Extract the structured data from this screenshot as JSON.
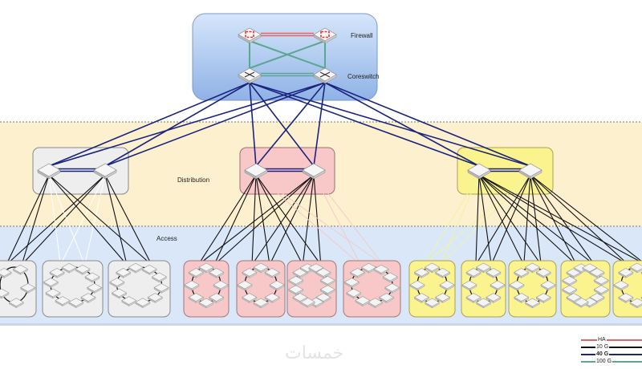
{
  "diagram": {
    "title": "Network topology",
    "layers": [
      {
        "id": "core",
        "labels": [
          "Firewall",
          "Coreswitch"
        ]
      },
      {
        "id": "distribution",
        "label": "Distribution"
      },
      {
        "id": "access",
        "label": "Access"
      }
    ],
    "core": {
      "firewalls": [
        "firewall-1",
        "firewall-2"
      ],
      "core_switches": [
        "coreswitch-1",
        "coreswitch-2"
      ],
      "links": {
        "firewall_ha": "HA",
        "firewall_to_core": "100 G",
        "core_interlink": "100 G"
      }
    },
    "distribution_groups": [
      {
        "name": "gray",
        "color": "#eeeeee",
        "switches": 2
      },
      {
        "name": "red",
        "color": "#f8c8c8",
        "switches": 2
      },
      {
        "name": "yellow",
        "color": "#fbf48e",
        "switches": 2
      }
    ],
    "access_rings": [
      {
        "group": "gray",
        "switches": 5
      },
      {
        "group": "gray",
        "switches": 10
      },
      {
        "group": "gray",
        "switches": 10
      },
      {
        "group": "red",
        "switches": 8
      },
      {
        "group": "red",
        "switches": 8
      },
      {
        "group": "red",
        "switches": 12
      },
      {
        "group": "red",
        "switches": 10
      },
      {
        "group": "yellow",
        "switches": 8
      },
      {
        "group": "yellow",
        "switches": 8
      },
      {
        "group": "yellow",
        "switches": 8
      },
      {
        "group": "yellow",
        "switches": 12
      },
      {
        "group": "yellow",
        "switches": 8
      }
    ],
    "legend": [
      {
        "label": "HA",
        "color": "#e06666"
      },
      {
        "label": "10 G",
        "color": "#111111"
      },
      {
        "label": "40 G",
        "color": "#1a237e"
      },
      {
        "label": "100 G",
        "color": "#5aa890"
      }
    ],
    "watermark": "خمسات"
  }
}
